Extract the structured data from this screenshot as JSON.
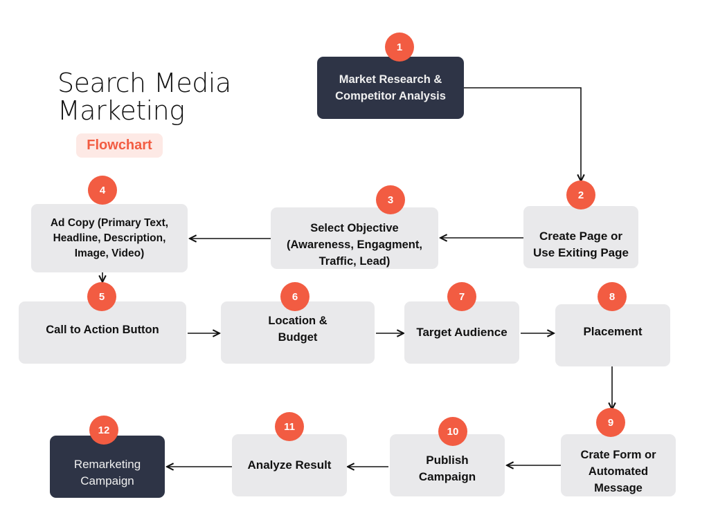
{
  "title": "Search Media Marketing",
  "tag": "Flowchart",
  "steps": [
    {
      "num": "1",
      "label": "Market Research & Competitor Analysis"
    },
    {
      "num": "2",
      "label": "Create Page or Use Exiting Page"
    },
    {
      "num": "3",
      "label": "Select Objective (Awareness, Engagment, Traffic, Lead)"
    },
    {
      "num": "4",
      "label": "Ad Copy (Primary Text, Headline, Description, Image, Video)"
    },
    {
      "num": "5",
      "label": "Call to Action Button"
    },
    {
      "num": "6",
      "label": "Location & Budget"
    },
    {
      "num": "7",
      "label": "Target Audience"
    },
    {
      "num": "8",
      "label": "Placement"
    },
    {
      "num": "9",
      "label": "Crate Form or Automated Message"
    },
    {
      "num": "10",
      "label": "Publish Campaign"
    },
    {
      "num": "11",
      "label": "Analyze Result"
    },
    {
      "num": "12",
      "label": "Remarketing Campaign"
    }
  ],
  "colors": {
    "accent": "#f25c42",
    "dark": "#2e3446",
    "box": "#e9e9eb"
  }
}
